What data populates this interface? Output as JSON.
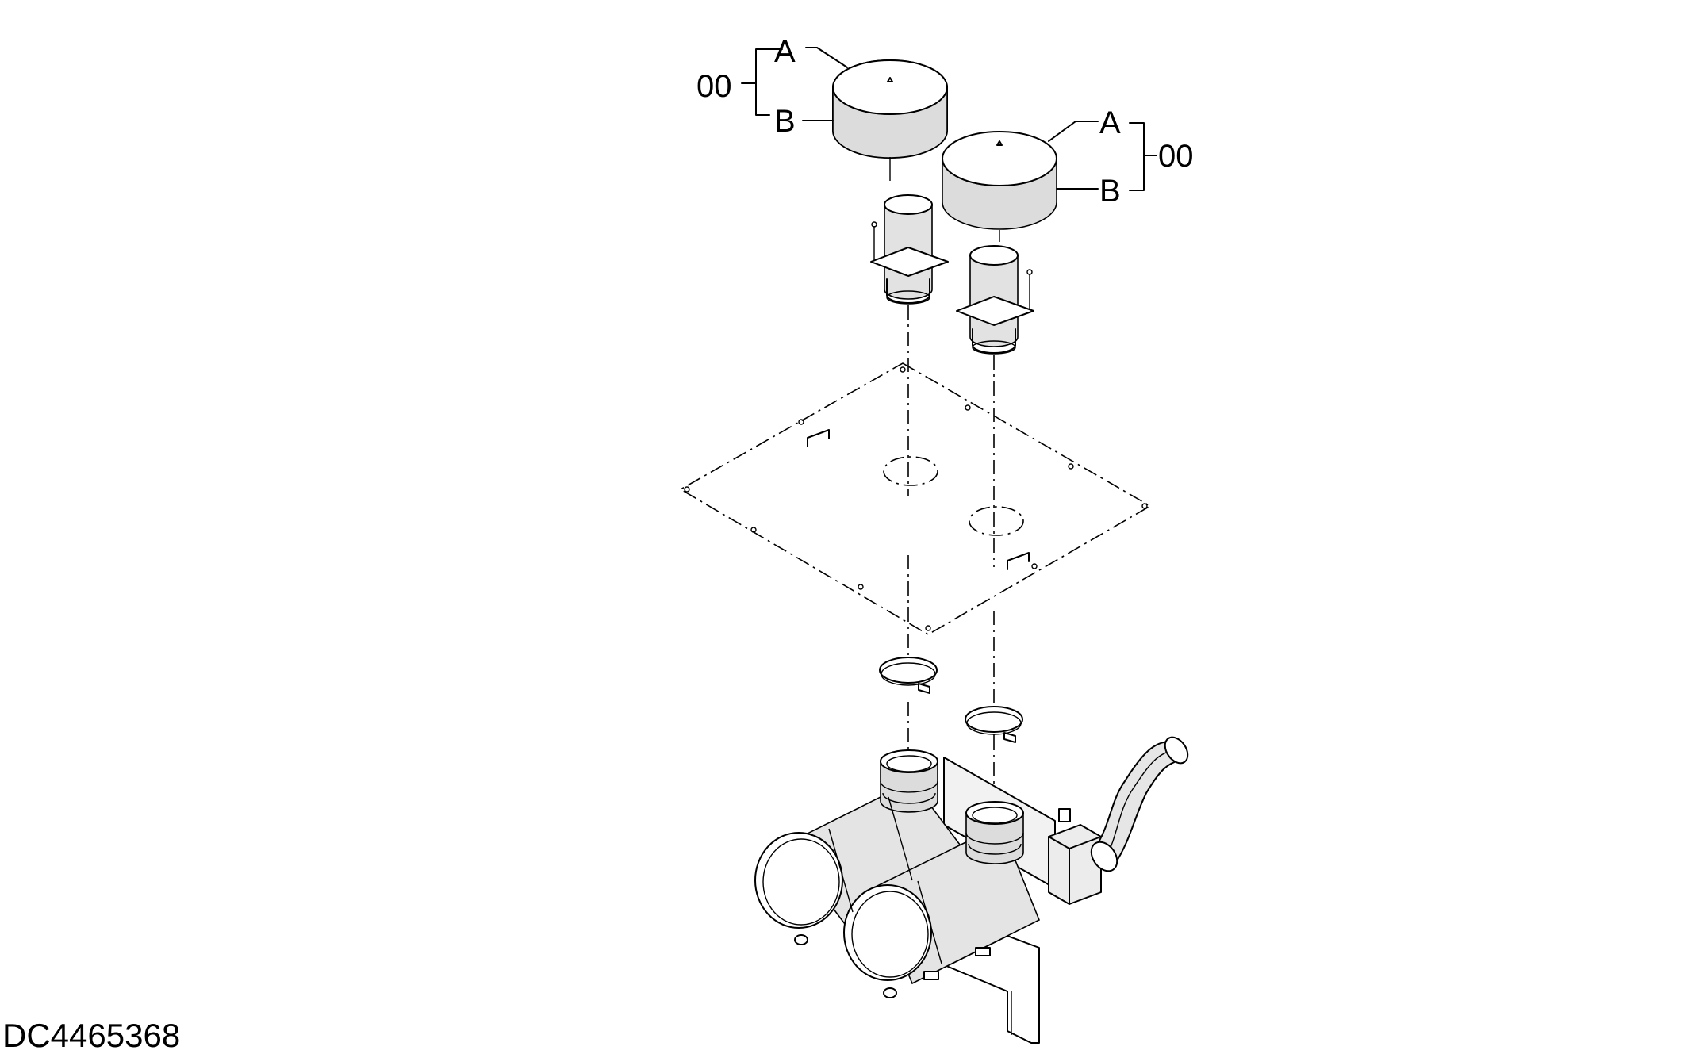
{
  "figure": {
    "drawing_number": "DC4465368",
    "callouts_left": {
      "group": "00",
      "a": "A",
      "b": "B"
    },
    "callouts_right": {
      "group": "00",
      "a": "A",
      "b": "B"
    }
  }
}
